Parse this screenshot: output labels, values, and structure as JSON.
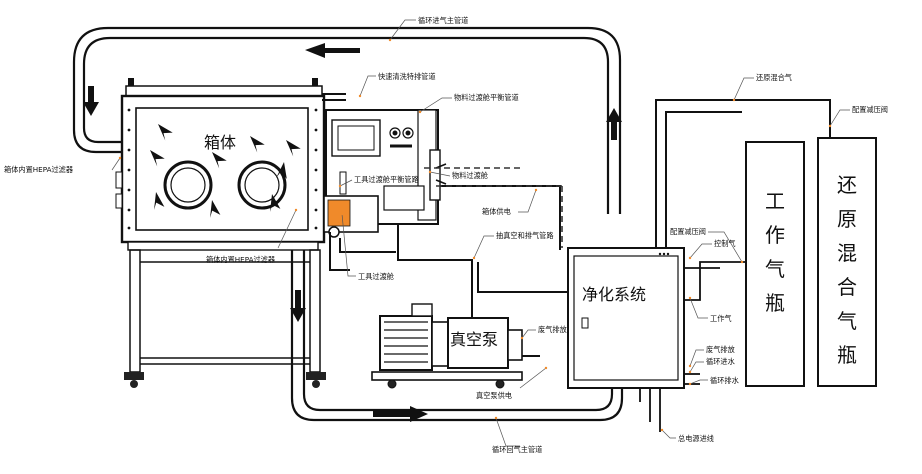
{
  "labels": {
    "circulation_inlet_main": "循环进气主管道",
    "quick_purge_pipe": "快速清洗特排管道",
    "material_chamber_balance": "物料过渡舱平衡管道",
    "hepa_left": "箱体内置HEPA过滤器",
    "tool_chamber_balance": "工具过渡舱平衡管路",
    "material_chamber": "物料过渡舱",
    "box_power": "箱体供电",
    "vacuum_exhaust_pipe": "抽真空和排气管路",
    "hepa_bottom": "箱体内置HEPA过滤器",
    "tool_chamber": "工具过渡舱",
    "waste_gas_pump": "废气排放",
    "pump_power": "真空泵供电",
    "circulation_return_main": "循环回气主管道",
    "reducing_gas": "还原混合气",
    "pressure_valve_right": "配置减压阀",
    "pressure_valve_left": "配置减压阀",
    "control_gas": "控制气",
    "working_gas": "工作气",
    "waste_gas_purifier": "废气排放",
    "cooling_in": "循环进水",
    "cooling_out": "循环排水",
    "main_power": "总电源进线"
  },
  "box_title": "箱体",
  "pump_title": "真空泵",
  "purifier_title": "净化系统",
  "working_cylinder": [
    "工",
    "作",
    "气",
    "瓶"
  ],
  "reducing_cylinder": [
    "还",
    "原",
    "混",
    "合",
    "气",
    "瓶"
  ]
}
